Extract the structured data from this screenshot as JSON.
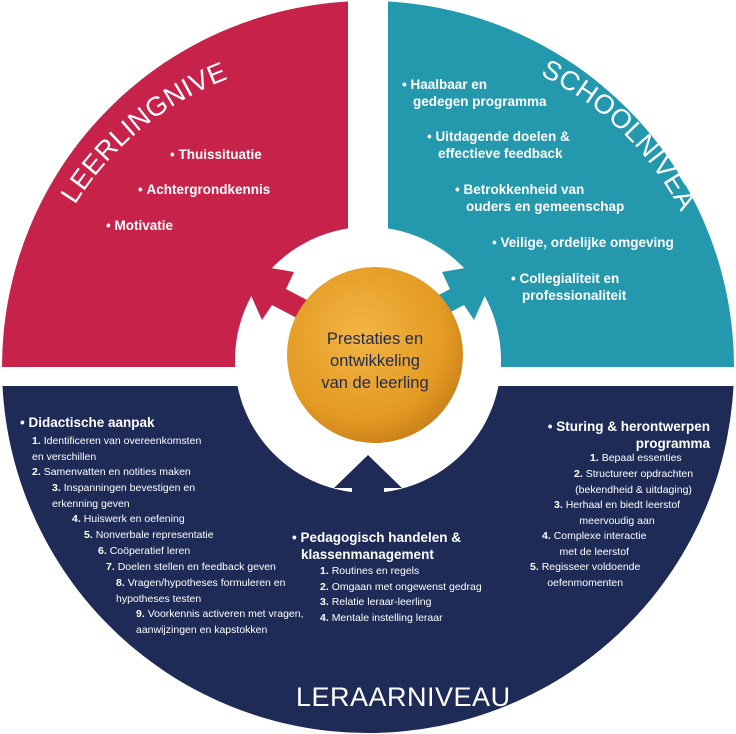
{
  "colors": {
    "student": "#c7234a",
    "school": "#2499ad",
    "teacher": "#1f2b57",
    "center": "#e39a22",
    "text": "#ffffff",
    "center_text": "#1f2a55"
  },
  "quadrants": {
    "student": {
      "title": "LEERLINGNIVEAU",
      "items": [
        "Thuissituatie",
        "Achtergrondkennis",
        "Motivatie"
      ]
    },
    "school": {
      "title": "SCHOOLNIVEAU",
      "items": [
        [
          "Haalbaar en",
          "gedegen programma"
        ],
        [
          "Uitdagende doelen &",
          "effectieve feedback"
        ],
        [
          "Betrokkenheid van",
          "ouders en gemeenschap"
        ],
        [
          "Veilige, ordelijke omgeving"
        ],
        [
          "Collegialiteit en",
          "professionaliteit"
        ]
      ]
    },
    "teacher": {
      "title": "LERAARNIVEAU",
      "didactic": {
        "title": "Didactische aanpak",
        "items": [
          {
            "num": "1.",
            "lines": [
              "Identificeren van overeenkomsten",
              "en verschillen"
            ]
          },
          {
            "num": "2.",
            "lines": [
              "Samenvatten en notities maken"
            ]
          },
          {
            "num": "3.",
            "lines": [
              "Inspanningen bevestigen en",
              "erkenning geven"
            ]
          },
          {
            "num": "4.",
            "lines": [
              "Huiswerk en oefening"
            ]
          },
          {
            "num": "5.",
            "lines": [
              "Nonverbale representatie"
            ]
          },
          {
            "num": "6.",
            "lines": [
              "Coöperatief leren"
            ]
          },
          {
            "num": "7.",
            "lines": [
              "Doelen stellen en feedback geven"
            ]
          },
          {
            "num": "8.",
            "lines": [
              "Vragen/hypotheses formuleren en",
              "hypotheses testen"
            ]
          },
          {
            "num": "9.",
            "lines": [
              "Voorkennis activeren met vragen,",
              "aanwijzingen en kapstokken"
            ]
          }
        ]
      },
      "pedagogic": {
        "title_lines": [
          "Pedagogisch handelen &",
          "klassenmanagement"
        ],
        "items": [
          {
            "num": "1.",
            "text": "Routines en regels"
          },
          {
            "num": "2.",
            "text": "Omgaan met ongewenst gedrag"
          },
          {
            "num": "3.",
            "text": "Relatie leraar-leerling"
          },
          {
            "num": "4.",
            "text": "Mentale instelling leraar"
          }
        ]
      },
      "steering": {
        "title_lines": [
          "Sturing & herontwerpen",
          "programma"
        ],
        "items": [
          {
            "num": "1.",
            "lines": [
              "Bepaal essenties"
            ]
          },
          {
            "num": "2.",
            "lines": [
              "Structureer opdrachten",
              "(bekendheid & uitdaging)"
            ]
          },
          {
            "num": "3.",
            "lines": [
              "Herhaal en biedt leerstof",
              "meervoudig aan"
            ]
          },
          {
            "num": "4.",
            "lines": [
              "Complexe interactie",
              "met de leerstof"
            ]
          },
          {
            "num": "5.",
            "lines": [
              "Regisseer voldoende",
              "oefenmomenten"
            ]
          }
        ]
      }
    }
  },
  "center": {
    "lines": [
      "Prestaties en",
      "ontwikkeling",
      "van de leerling"
    ]
  }
}
